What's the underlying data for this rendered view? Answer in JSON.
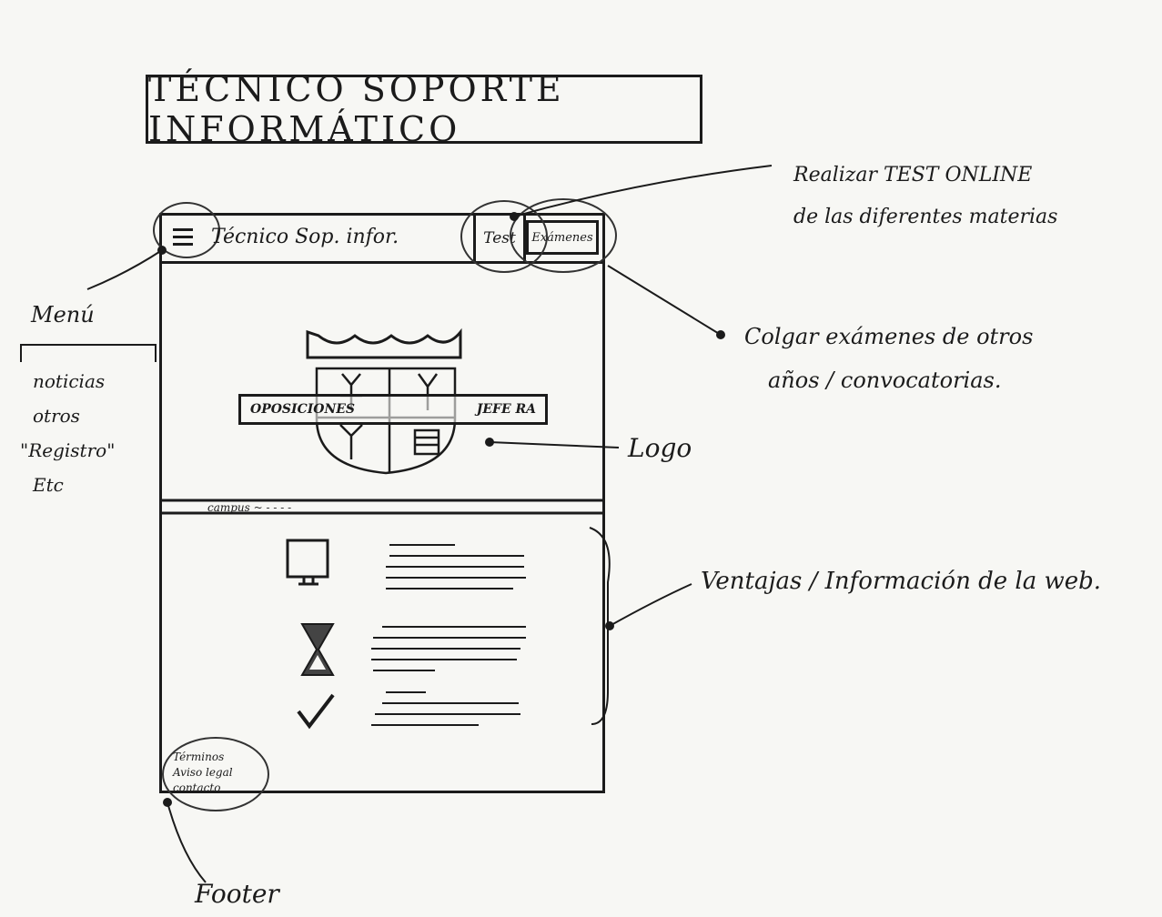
{
  "title": "TÉCNICO SOPORTE INFORMÁTICO",
  "header": {
    "site_name": "Técnico Sop. infor.",
    "test_label": "Test",
    "exams_label": "Exámenes"
  },
  "logo": {
    "banner_left": "OPOSICIONES",
    "banner_right": "JEFE RA"
  },
  "campus_text": "campus ~ - - - -",
  "footer_lines": [
    "Términos",
    "Aviso legal",
    "contacto"
  ],
  "annotations": {
    "test": [
      "Realizar TEST ONLINE",
      "de las diferentes materias"
    ],
    "exams": [
      "Colgar exámenes de otros",
      "años / convocatorias."
    ],
    "menu_title": "Menú",
    "menu_items": [
      "noticias",
      "otros",
      "\"Registro\"",
      "Etc"
    ],
    "logo": "Logo",
    "ventajas": "Ventajas / Información de la web.",
    "footer": "Footer"
  },
  "icons": [
    "menu-icon",
    "monitor-icon",
    "hourglass-icon",
    "checkmark-icon",
    "crown-icon",
    "shield-icon"
  ]
}
